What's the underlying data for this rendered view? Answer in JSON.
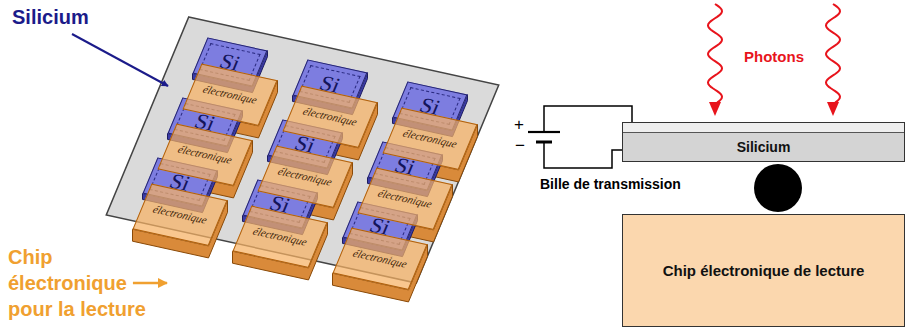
{
  "diagram": {
    "nodes": [
      {
        "text": [
          "Si"
        ]
      },
      {
        "text": [
          "Si"
        ]
      },
      {
        "text": [
          "Si"
        ]
      },
      {
        "text": [
          "Si"
        ]
      },
      {
        "text": [
          "Si"
        ]
      },
      {
        "text": [
          "Si"
        ]
      },
      {
        "text": [
          "Si"
        ]
      },
      {
        "text": [
          "Si"
        ]
      },
      {
        "text": [
          "Si"
        ]
      },
      {
        "text": [
          "électronique"
        ]
      },
      {
        "text": [
          "électronique"
        ]
      },
      {
        "text": [
          "électronique"
        ]
      },
      {
        "text": [
          "électronique"
        ]
      },
      {
        "text": [
          "électronique"
        ]
      },
      {
        "text": [
          "électronique"
        ]
      },
      {
        "text": [
          "électronique"
        ]
      },
      {
        "text": [
          "électronique"
        ]
      },
      {
        "text": [
          "électronique"
        ]
      },
      {
        "text": [
          "Silicium"
        ]
      },
      {
        "text": [
          "Chip électronique de lecture"
        ]
      }
    ],
    "labels": [
      "Silicium",
      "Chip électronique pour la lecture",
      "Photons",
      "+",
      "−",
      "Bille de transmission"
    ]
  }
}
